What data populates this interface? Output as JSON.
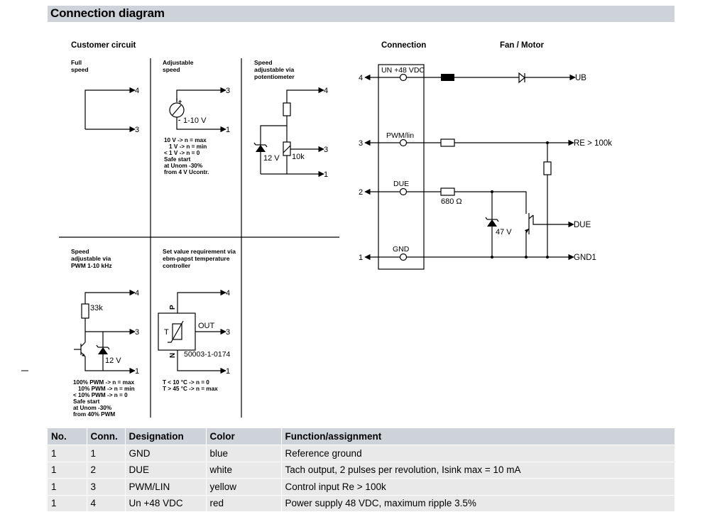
{
  "header": {
    "title": "Connection diagram"
  },
  "customer": {
    "title": "Customer circuit",
    "full_speed": {
      "l1": "Full",
      "l2": "speed"
    },
    "adjustable": {
      "l1": "Adjustable",
      "l2": "speed",
      "source": "1-10 V",
      "notes": [
        "10 V -> n = max",
        "1 V -> n = min",
        "< 1 V -> n = 0",
        "Safe start",
        "at Unom -30%",
        "from 4 V Ucontr."
      ]
    },
    "potentiometer": {
      "l1": "Speed",
      "l2": "adjustable via",
      "l3": "potentiometer",
      "zener": "12 V",
      "pot": "10k"
    },
    "pwm": {
      "l1": "Speed",
      "l2": "adjustable via",
      "l3": "PWM 1-10 kHz",
      "resistor": "33k",
      "zener": "12 V",
      "notes": [
        "100% PWM -> n = max",
        "10% PWM -> n = min",
        "< 10% PWM -> n = 0",
        "Safe start",
        "at Unom -30%",
        "from 40% PWM"
      ]
    },
    "controller": {
      "l1": "Set value requirement via",
      "l2": "ebm-papst temperature",
      "l3": "controller",
      "p": "P",
      "n": "N",
      "t": "T",
      "out": "OUT",
      "part": "50003-1-0174",
      "notes": [
        "T < 10 °C -> n = 0",
        "T > 45 °C -> n = max"
      ]
    }
  },
  "terminals": {
    "t1": "1",
    "t2": "2",
    "t3": "3",
    "t4": "4"
  },
  "connection": {
    "title": "Connection",
    "fan_title": "Fan / Motor",
    "un": "UN +48 VDC",
    "pwm": "PWM/lin",
    "due": "DUE",
    "gnd": "GND",
    "ub": "UB",
    "re": "RE > 100k",
    "due_out": "DUE",
    "gnd1": "GND1",
    "r680": "680 Ω",
    "zener": "47 V",
    "pins": {
      "p4": "4",
      "p3": "3",
      "p2": "2",
      "p1": "1"
    }
  },
  "table": {
    "headers": [
      "No.",
      "Conn.",
      "Designation",
      "Color",
      "Function/assignment"
    ],
    "rows": [
      [
        "1",
        "1",
        "GND",
        "blue",
        "Reference ground"
      ],
      [
        "1",
        "2",
        "DUE",
        "white",
        "Tach output, 2 pulses per revolution, Isink max = 10 mA"
      ],
      [
        "1",
        "3",
        "PWM/LIN",
        "yellow",
        "Control input Re > 100k"
      ],
      [
        "1",
        "4",
        "Un +48 VDC",
        "red",
        "Power supply 48 VDC, maximum ripple 3.5%"
      ]
    ]
  }
}
